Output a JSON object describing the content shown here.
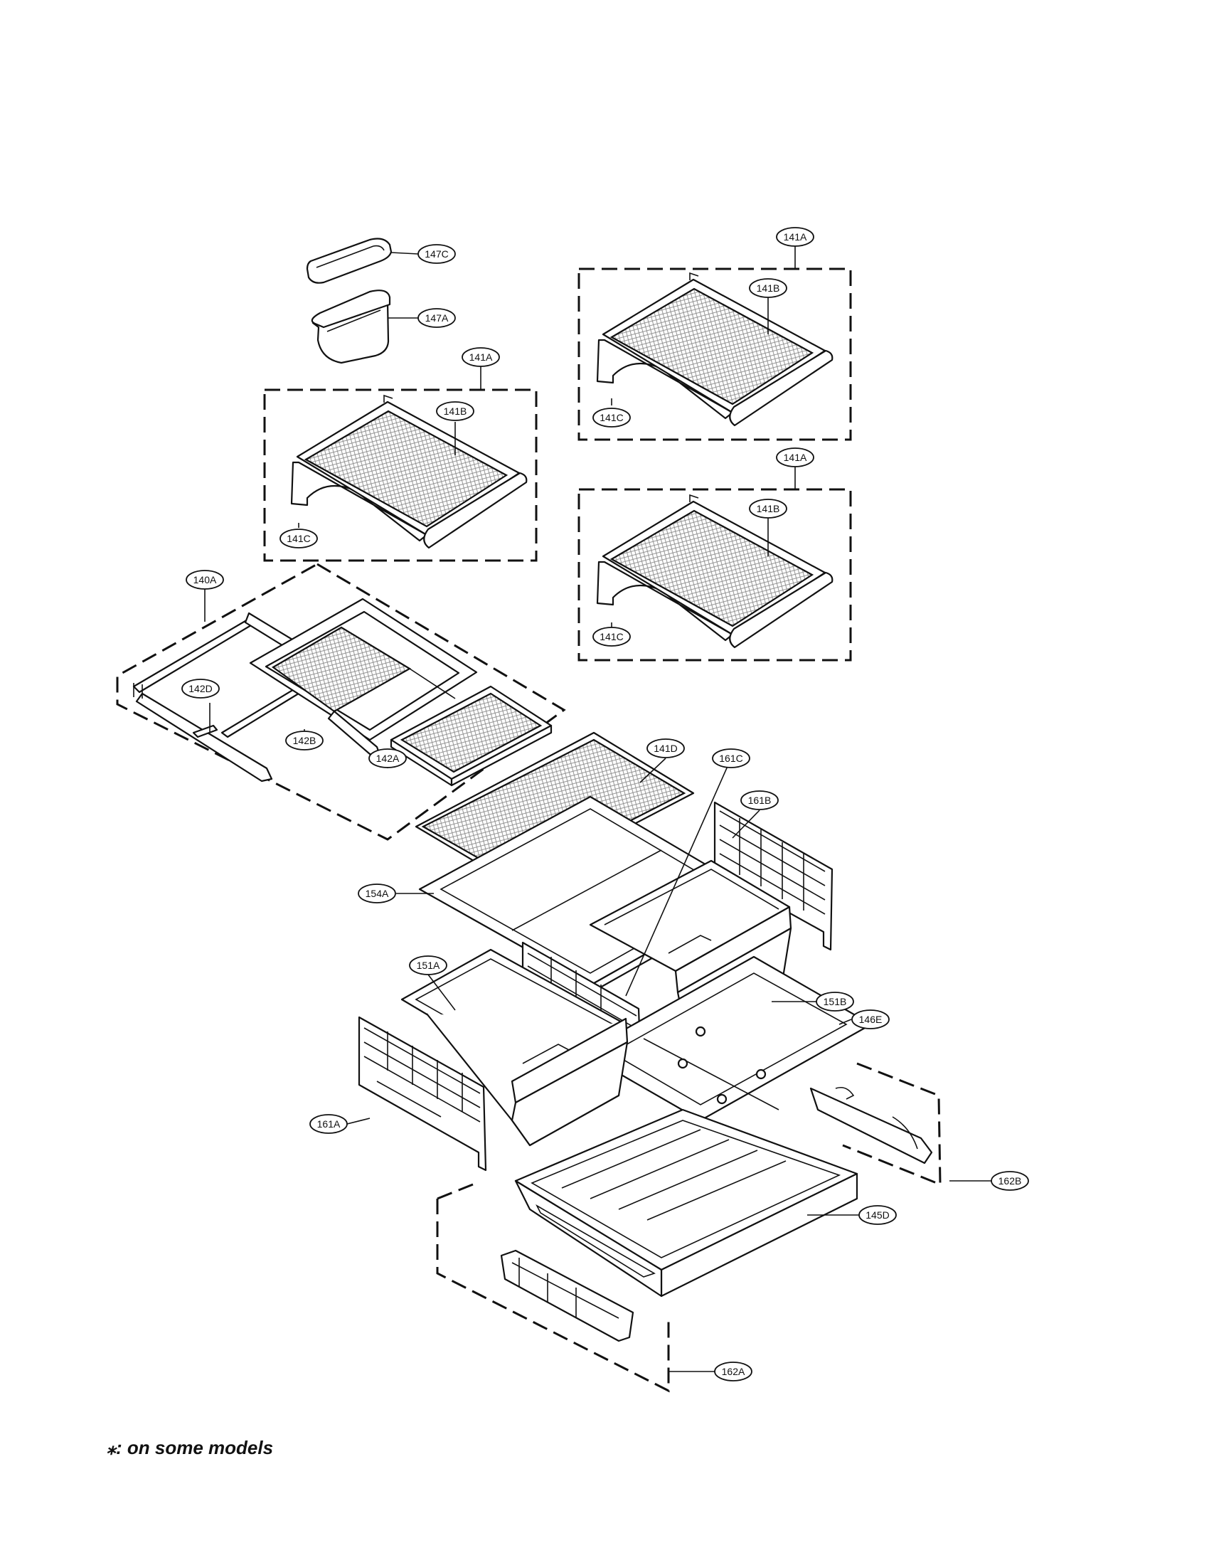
{
  "footnote": "⁎: on some models",
  "callouts": [
    {
      "id": "147c",
      "label": "147C"
    },
    {
      "id": "147a",
      "label": "147A"
    },
    {
      "id": "141a-1",
      "label": "141A"
    },
    {
      "id": "141b-1",
      "label": "141B"
    },
    {
      "id": "141c-1",
      "label": "141C"
    },
    {
      "id": "141a-2",
      "label": "141A"
    },
    {
      "id": "141b-2",
      "label": "141B"
    },
    {
      "id": "141c-2",
      "label": "141C"
    },
    {
      "id": "141a-3",
      "label": "141A"
    },
    {
      "id": "141b-3",
      "label": "141B"
    },
    {
      "id": "141c-3",
      "label": "141C"
    },
    {
      "id": "140a",
      "label": "140A"
    },
    {
      "id": "142d",
      "label": "142D"
    },
    {
      "id": "142b",
      "label": "142B"
    },
    {
      "id": "142a",
      "label": "142A"
    },
    {
      "id": "141d",
      "label": "141D"
    },
    {
      "id": "161c",
      "label": "161C"
    },
    {
      "id": "161b",
      "label": "161B"
    },
    {
      "id": "154a",
      "label": "154A"
    },
    {
      "id": "151a",
      "label": "151A"
    },
    {
      "id": "151b",
      "label": "151B"
    },
    {
      "id": "146e",
      "label": "146E"
    },
    {
      "id": "161a",
      "label": "161A"
    },
    {
      "id": "162b",
      "label": "162B"
    },
    {
      "id": "145d",
      "label": "145D"
    },
    {
      "id": "162a",
      "label": "162A"
    }
  ]
}
